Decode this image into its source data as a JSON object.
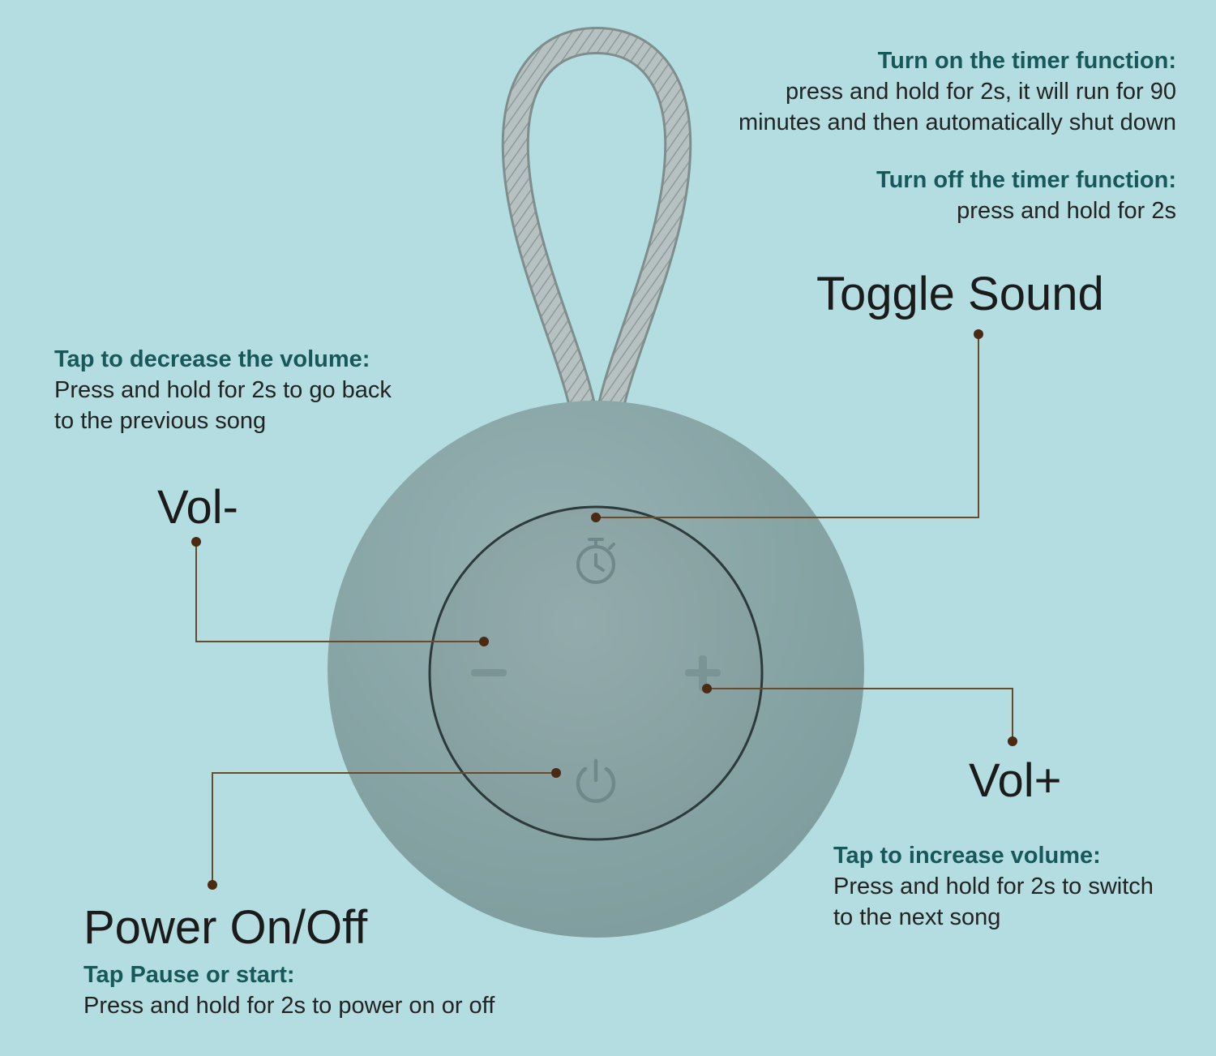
{
  "colors": {
    "background": "#b3dde0",
    "heading": "#17595a",
    "body_text": "#232323",
    "callout_line": "#6b4a2a",
    "callout_dot": "#4a2a12",
    "speaker_body": "#86a5a6",
    "button_plate": "#8aa3a4",
    "strap": "#b4bebe"
  },
  "timer": {
    "on_heading": "Turn on the timer function:",
    "on_line1": "press and hold for 2s, it will run for 90",
    "on_line2": "minutes and then automatically shut down",
    "off_heading": "Turn off the timer function:",
    "off_line1": "press and hold for 2s"
  },
  "toggle_sound": {
    "label": "Toggle Sound"
  },
  "vol_minus": {
    "heading": "Tap to decrease the volume:",
    "line1": "Press and hold for 2s to go back",
    "line2": "to the previous song",
    "label": "Vol-"
  },
  "vol_plus": {
    "label": "Vol+",
    "heading": "Tap to increase volume:",
    "line1": "Press and hold for 2s to switch",
    "line2": "to the next song"
  },
  "power": {
    "label": "Power On/Off",
    "heading": "Tap Pause or start:",
    "line1": "Press and hold for 2s to power on or off"
  },
  "icons": {
    "timer": "stopwatch-icon",
    "minus": "minus-icon",
    "plus": "plus-icon",
    "power": "power-icon"
  }
}
